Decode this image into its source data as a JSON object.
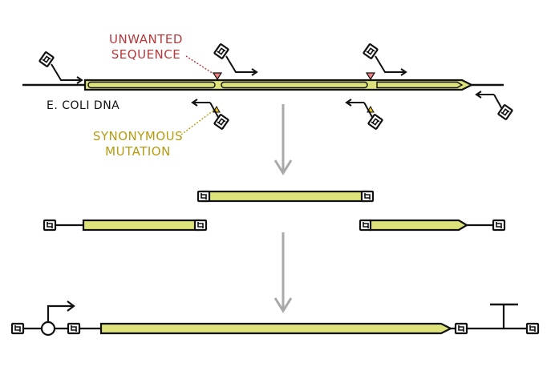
{
  "colors": {
    "gene_fill": "#dde27a",
    "stroke": "#111111",
    "unwanted": "#b5383b",
    "unwanted_marker": "#f08080",
    "synonymous": "#b59b10",
    "synonymous_marker": "#e8c020",
    "arrow_gray": "#a9a9a9"
  },
  "labels": {
    "unwanted_line1": "UNWANTED",
    "unwanted_line2": "SEQUENCE",
    "synonymous_line1": "SYNONYMOUS",
    "synonymous_line2": "MUTATION",
    "ecoli": "E. COLI DNA"
  }
}
